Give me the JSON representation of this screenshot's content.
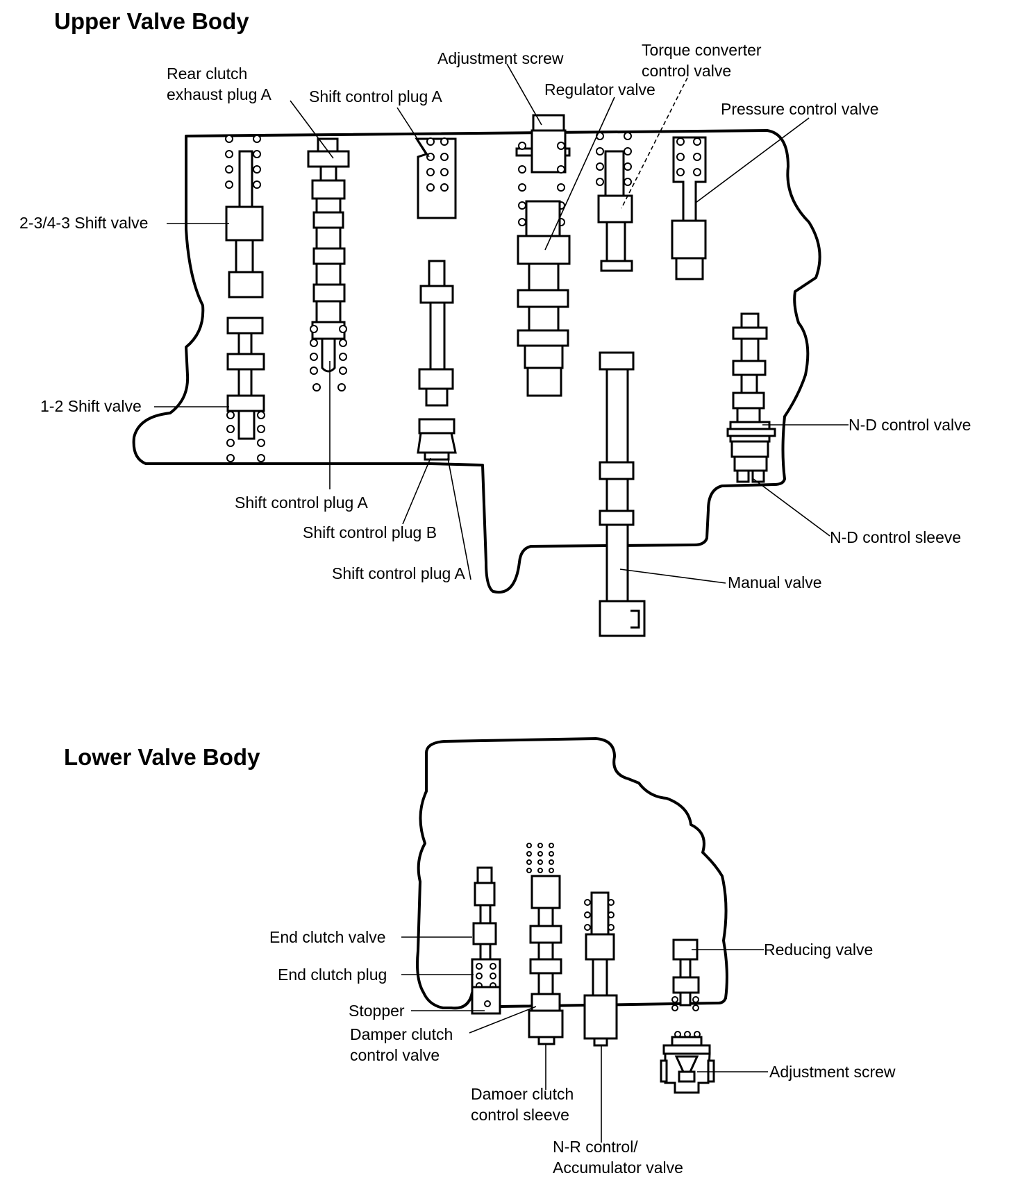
{
  "upper": {
    "title": "Upper Valve Body",
    "labels": {
      "rear_clutch_1": "Rear clutch",
      "rear_clutch_2": "exhaust plug A",
      "shift_plug_a_top": "Shift control plug A",
      "adjustment_screw": "Adjustment screw",
      "torque_conv_1": "Torque converter",
      "torque_conv_2": "control valve",
      "regulator": "Regulator valve",
      "pressure_control": "Pressure control valve",
      "shift_23_43": "2-3/4-3 Shift valve",
      "shift_12": "1-2 Shift valve",
      "nd_control_valve": "N-D control valve",
      "shift_plug_a_mid": "Shift control plug A",
      "shift_plug_b": "Shift control plug B",
      "shift_plug_a_bot": "Shift control plug A",
      "nd_control_sleeve": "N-D control sleeve",
      "manual_valve": "Manual valve"
    }
  },
  "lower": {
    "title": "Lower Valve Body",
    "labels": {
      "end_clutch_valve": "End clutch valve",
      "end_clutch_plug": "End clutch plug",
      "stopper": "Stopper",
      "damper_valve_1": "Damper clutch",
      "damper_valve_2": "control valve",
      "damper_sleeve_1": "Damoer clutch",
      "damper_sleeve_2": "control sleeve",
      "nr_control_1": "N-R control/",
      "nr_control_2": "Accumulator valve",
      "reducing": "Reducing valve",
      "adjustment_screw": "Adjustment screw"
    }
  }
}
